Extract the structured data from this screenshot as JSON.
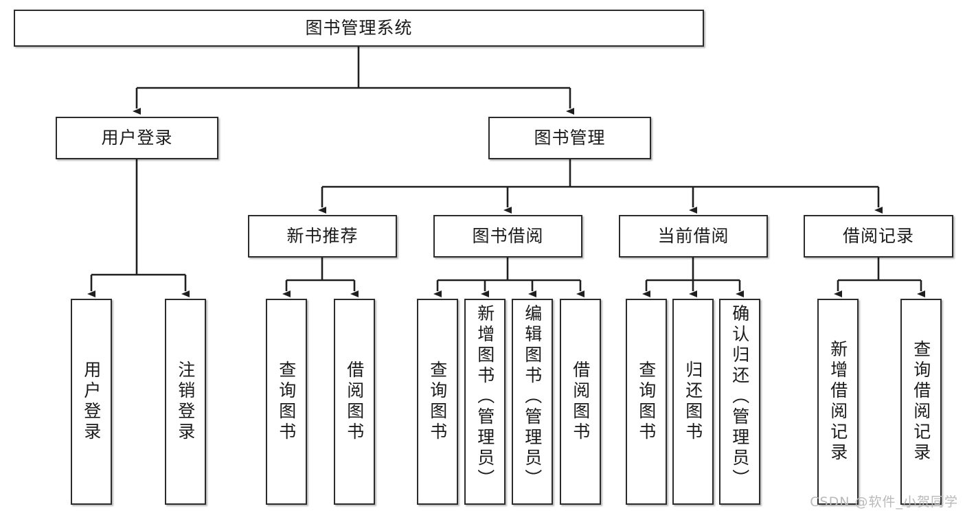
{
  "diagram": {
    "title": "图书管理系统",
    "type": "tree",
    "watermark": "CSDN @软件_小贺同学",
    "colors": {
      "box_border": "#2b2b2b",
      "box_fill": "#ffffff",
      "edge": "#1f1f1f",
      "text": "#1a1a1a",
      "watermark": "#b9b9b9"
    },
    "nodes": {
      "root": {
        "label": "图书管理系统",
        "level": 1
      },
      "level2": [
        {
          "id": "user-login",
          "label": "用户登录"
        },
        {
          "id": "book-management",
          "label": "图书管理"
        }
      ],
      "level3": [
        {
          "id": "new-book-recommend",
          "label": "新书推荐",
          "parent": "book-management"
        },
        {
          "id": "book-borrow",
          "label": "图书借阅",
          "parent": "book-management"
        },
        {
          "id": "current-borrow",
          "label": "当前借阅",
          "parent": "book-management"
        },
        {
          "id": "borrow-record",
          "label": "借阅记录",
          "parent": "book-management"
        }
      ],
      "leaves": [
        {
          "id": "leaf-user-login",
          "label": "用户登录",
          "parent": "user-login"
        },
        {
          "id": "leaf-user-logout",
          "label": "注销登录",
          "parent": "user-login"
        },
        {
          "id": "leaf-query-book-1",
          "label": "查询图书",
          "parent": "new-book-recommend"
        },
        {
          "id": "leaf-borrow-book-1",
          "label": "借阅图书",
          "parent": "new-book-recommend"
        },
        {
          "id": "leaf-query-book-2",
          "label": "查询图书",
          "parent": "book-borrow"
        },
        {
          "id": "leaf-add-book",
          "label": "新增图书（管理员）",
          "parent": "book-borrow"
        },
        {
          "id": "leaf-edit-book",
          "label": "编辑图书（管理员）",
          "parent": "book-borrow"
        },
        {
          "id": "leaf-borrow-book-2",
          "label": "借阅图书",
          "parent": "book-borrow"
        },
        {
          "id": "leaf-query-book-3",
          "label": "查询图书",
          "parent": "current-borrow"
        },
        {
          "id": "leaf-return-book",
          "label": "归还图书",
          "parent": "current-borrow"
        },
        {
          "id": "leaf-confirm-return",
          "label": "确认归还（管理员）",
          "parent": "current-borrow"
        },
        {
          "id": "leaf-add-borrow-record",
          "label": "新增借阅记录",
          "parent": "borrow-record"
        },
        {
          "id": "leaf-query-borrow-record",
          "label": "查询借阅记录",
          "parent": "borrow-record"
        }
      ]
    }
  }
}
